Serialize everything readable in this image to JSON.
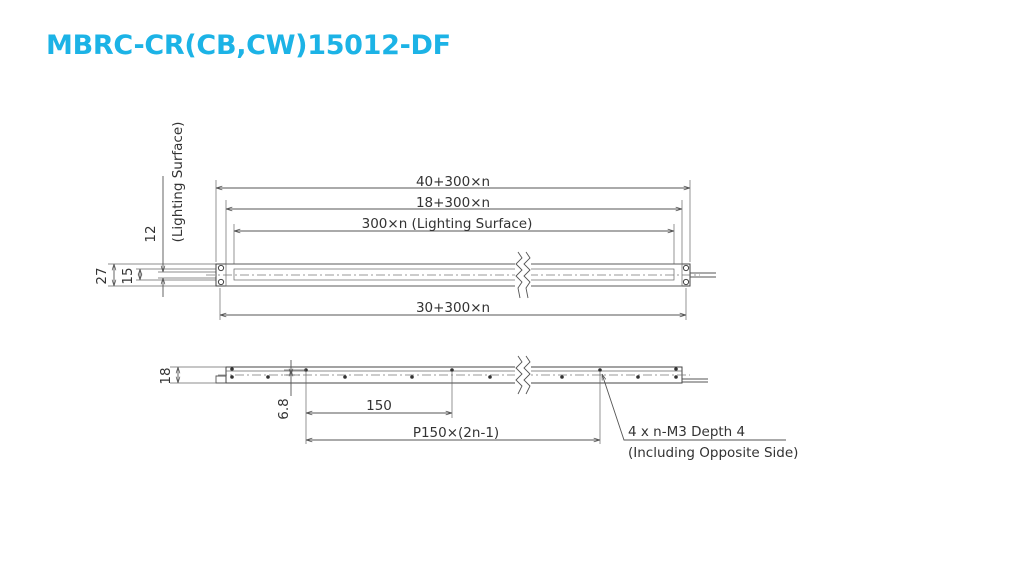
{
  "title": "MBRC-CR(CB,CW)15012-DF",
  "colors": {
    "title": "#1cb3e6",
    "line": "#555555",
    "text": "#333333"
  },
  "top_view": {
    "dim_overall_top": "40+300×n",
    "dim_middle": "18+300×n",
    "dim_lighting": "300×n (Lighting Surface)",
    "dim_bottom": "30+300×n",
    "dim_height_total": "27",
    "dim_height_inner": "15",
    "dim_lighting_width": "12",
    "lighting_label": "(Lighting Surface)"
  },
  "side_view": {
    "dim_height": "18",
    "dim_offset": "6.8",
    "dim_pitch_first": "150",
    "dim_pitch_total": "P150×(2n-1)",
    "note_line1": "4 x n-M3 Depth 4",
    "note_line2": "(Including Opposite Side)"
  }
}
